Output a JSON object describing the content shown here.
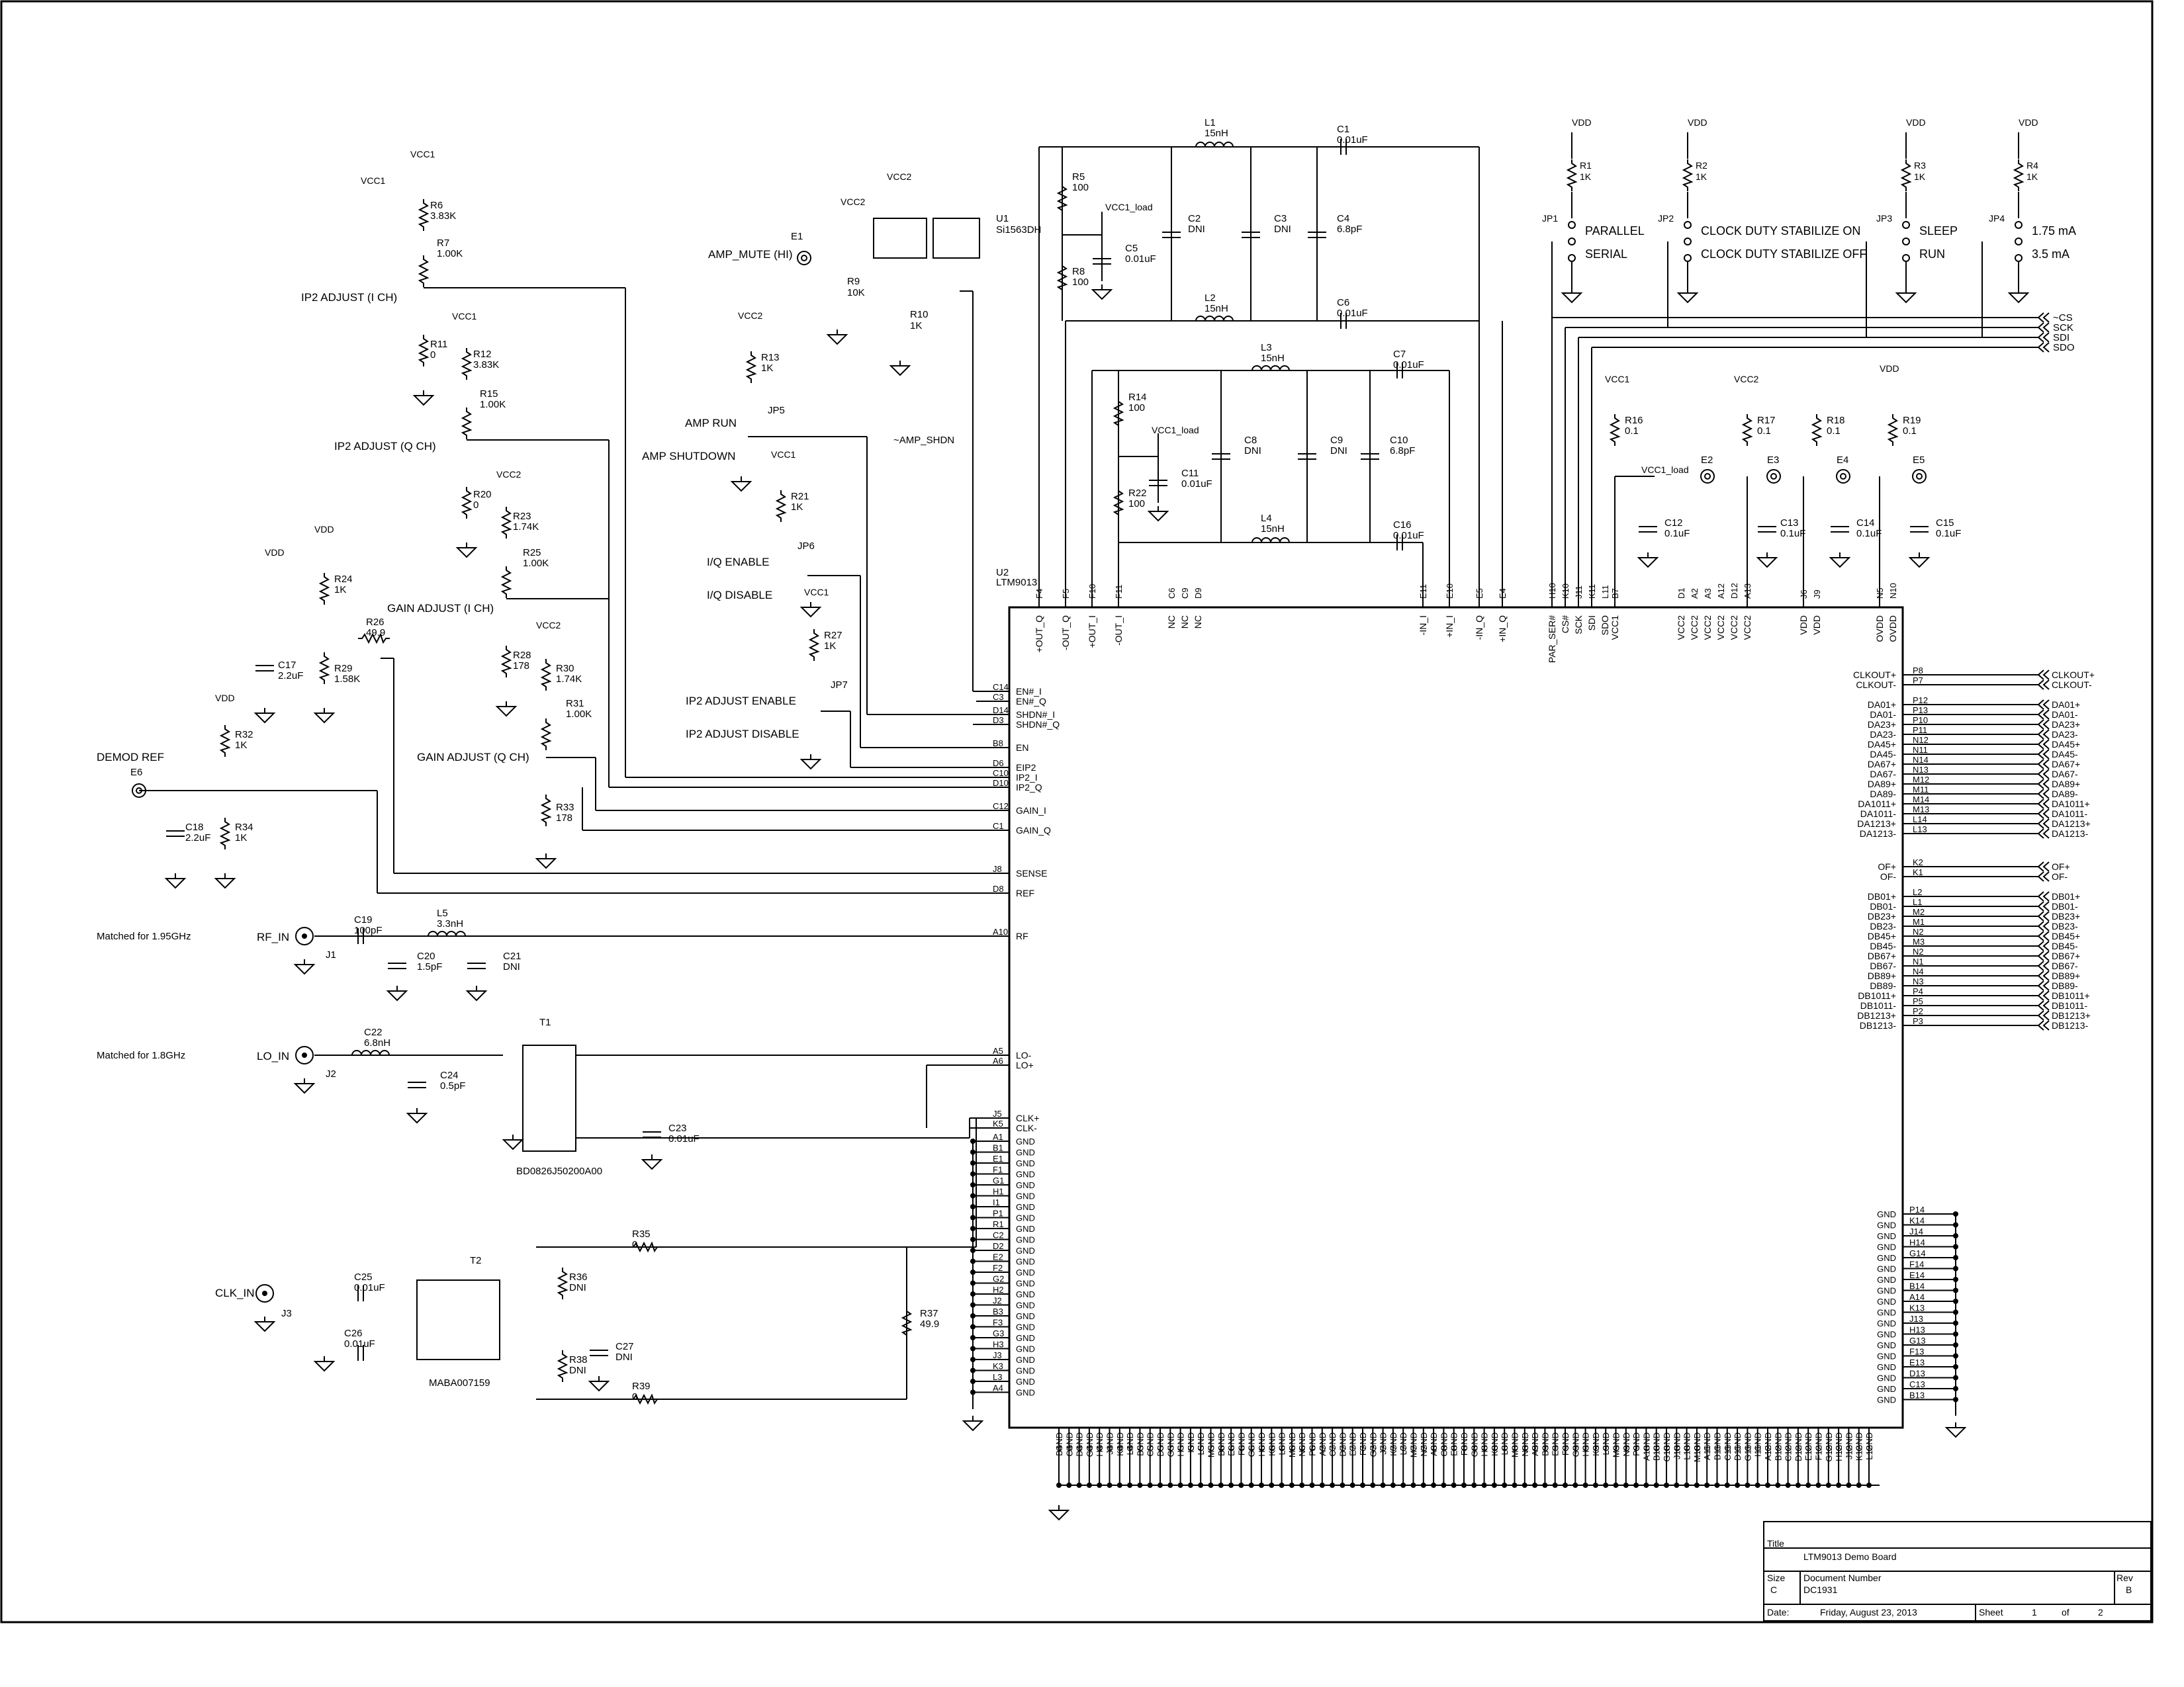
{
  "title_block": {
    "title_label": "Title",
    "title": "LTM9013 Demo Board",
    "size_label": "Size",
    "size": "C",
    "docnum_label": "Document Number",
    "docnum": "DC1931",
    "rev_label": "Rev",
    "rev": "B",
    "date_label": "Date:",
    "date": "Friday, August 23, 2013",
    "sheet_label": "Sheet",
    "sheet": "1",
    "of_label": "of",
    "sheets": "2"
  },
  "notes": {
    "rf_match": "Matched for 1.95GHz",
    "lo_match": "Matched for 1.8GHz"
  },
  "ports": {
    "demod_ref": "DEMOD REF",
    "rf_in": "RF_IN",
    "lo_in": "LO_IN",
    "clk_in": "CLK_IN",
    "amp_mute": "AMP_MUTE (HI)"
  },
  "nets": {
    "vcc1": "VCC1",
    "vcc2": "VCC2",
    "vdd": "VDD",
    "vcc1_load": "VCC1_load",
    "amp_shdn": "~AMP_SHDN"
  },
  "pots": {
    "ip2_i": "IP2 ADJUST (I CH)",
    "ip2_q": "IP2 ADJUST (Q CH)",
    "gain_i": "GAIN ADJUST (I CH)",
    "gain_q": "GAIN ADJUST (Q CH)"
  },
  "jumpers_left": {
    "jp5": "JP5",
    "amp_run": "AMP RUN",
    "amp_shutdown": "AMP SHUTDOWN",
    "jp6": "JP6",
    "iq_enable": "I/Q ENABLE",
    "iq_disable": "I/Q DISABLE",
    "jp7": "JP7",
    "ip2_enable": "IP2 ADJUST ENABLE",
    "ip2_disable": "IP2 ADJUST DISABLE"
  },
  "jumpers_top": [
    {
      "ref": "JP1",
      "r": "R1",
      "val": "1K",
      "a": "PARALLEL",
      "b": "SERIAL"
    },
    {
      "ref": "JP2",
      "r": "R2",
      "val": "1K",
      "a": "CLOCK DUTY STABILIZE ON",
      "b": "CLOCK DUTY STABILIZE OFF"
    },
    {
      "ref": "JP3",
      "r": "R3",
      "val": "1K",
      "a": "SLEEP",
      "b": "RUN"
    },
    {
      "ref": "JP4",
      "r": "R4",
      "val": "1K",
      "a": "1.75 mA",
      "b": "3.5 mA"
    }
  ],
  "serial_ports": [
    "~CS",
    "SCK",
    "SDI",
    "SDO"
  ],
  "u1": {
    "ref": "U1",
    "part": "Si1563DH",
    "e1": "E1",
    "r9": "R9",
    "r9v": "10K",
    "r10": "R10",
    "r10v": "1K"
  },
  "u2": {
    "ref": "U2",
    "part": "LTM9013"
  },
  "t1": {
    "ref": "T1",
    "part": "BD0826J50200A00"
  },
  "t2": {
    "ref": "T2",
    "part": "MABA007159"
  },
  "left_pins": [
    {
      "num": "C14",
      "name": "EN#_I"
    },
    {
      "num": "C3",
      "name": "EN#_Q"
    },
    {
      "num": "D14",
      "name": "SHDN#_I"
    },
    {
      "num": "D3",
      "name": "SHDN#_Q"
    },
    {
      "num": "B8",
      "name": "EN"
    },
    {
      "num": "D6",
      "name": "EIP2"
    },
    {
      "num": "C10",
      "name": "IP2_I"
    },
    {
      "num": "D10",
      "name": "IP2_Q"
    },
    {
      "num": "C12",
      "name": "GAIN_I"
    },
    {
      "num": "C1",
      "name": "GAIN_Q"
    },
    {
      "num": "J8",
      "name": "SENSE"
    },
    {
      "num": "D8",
      "name": "REF"
    },
    {
      "num": "A10",
      "name": "RF"
    },
    {
      "num": "A5",
      "name": "LO-"
    },
    {
      "num": "A6",
      "name": "LO+"
    },
    {
      "num": "J5",
      "name": "CLK+"
    },
    {
      "num": "K5",
      "name": "CLK-"
    }
  ],
  "left_gnd": [
    "A1",
    "B1",
    "E1",
    "F1",
    "G1",
    "H1",
    "I1",
    "P1",
    "R1",
    "C2",
    "D2",
    "E2",
    "F2",
    "G2",
    "H2",
    "J2",
    "B3",
    "F3",
    "G3",
    "H3",
    "J3",
    "K3",
    "L3",
    "A4"
  ],
  "gnd_label": "GND",
  "right_pins": [
    {
      "num": "P8",
      "name": "CLKOUT+"
    },
    {
      "num": "P7",
      "name": "CLKOUT-"
    },
    {
      "num": "P12",
      "name": "DA01+"
    },
    {
      "num": "P13",
      "name": "DA01-"
    },
    {
      "num": "P10",
      "name": "DA23+"
    },
    {
      "num": "P11",
      "name": "DA23-"
    },
    {
      "num": "N12",
      "name": "DA45+"
    },
    {
      "num": "N11",
      "name": "DA45-"
    },
    {
      "num": "N14",
      "name": "DA67+"
    },
    {
      "num": "N13",
      "name": "DA67-"
    },
    {
      "num": "M12",
      "name": "DA89+"
    },
    {
      "num": "M11",
      "name": "DA89-"
    },
    {
      "num": "M14",
      "name": "DA1011+"
    },
    {
      "num": "M13",
      "name": "DA1011-"
    },
    {
      "num": "L14",
      "name": "DA1213+"
    },
    {
      "num": "L13",
      "name": "DA1213-"
    },
    {
      "num": "K2",
      "name": "OF+"
    },
    {
      "num": "K1",
      "name": "OF-"
    },
    {
      "num": "L2",
      "name": "DB01+"
    },
    {
      "num": "L1",
      "name": "DB01-"
    },
    {
      "num": "M2",
      "name": "DB23+"
    },
    {
      "num": "M1",
      "name": "DB23-"
    },
    {
      "num": "N2",
      "name": "DB45+"
    },
    {
      "num": "M3",
      "name": "DB45-"
    },
    {
      "num": "N2",
      "name": "DB67+"
    },
    {
      "num": "N1",
      "name": "DB67-"
    },
    {
      "num": "N4",
      "name": "DB89+"
    },
    {
      "num": "N3",
      "name": "DB89-"
    },
    {
      "num": "P4",
      "name": "DB1011+"
    },
    {
      "num": "P5",
      "name": "DB1011-"
    },
    {
      "num": "P2",
      "name": "DB1213+"
    },
    {
      "num": "P3",
      "name": "DB1213-"
    }
  ],
  "right_gnd": [
    "P14",
    "K14",
    "J14",
    "H14",
    "G14",
    "F14",
    "E14",
    "B14",
    "A14",
    "K13",
    "J13",
    "H13",
    "G13",
    "F13",
    "E13",
    "D13",
    "C13",
    "B13"
  ],
  "top_pins": [
    {
      "num": "F4",
      "name": "+OUT_Q"
    },
    {
      "num": "F5",
      "name": "-OUT_Q"
    },
    {
      "num": "F10",
      "name": "+OUT_I"
    },
    {
      "num": "F11",
      "name": "-OUT_I"
    },
    {
      "num": "C6",
      "name": "NC"
    },
    {
      "num": "C9",
      "name": "NC"
    },
    {
      "num": "D9",
      "name": "NC"
    },
    {
      "num": "E11",
      "name": "-IN_I"
    },
    {
      "num": "E10",
      "name": "+IN_I"
    },
    {
      "num": "E5",
      "name": "-IN_Q"
    },
    {
      "num": "E4",
      "name": "+IN_Q"
    },
    {
      "num": "H10",
      "name": "PAR_SER#"
    },
    {
      "num": "K10",
      "name": "CS#"
    },
    {
      "num": "J11",
      "name": "SCK"
    },
    {
      "num": "K11",
      "name": "SDI"
    },
    {
      "num": "L11",
      "name": "SDO"
    },
    {
      "num": "B7",
      "name": "VCC1"
    },
    {
      "num": "D1",
      "name": "VCC2"
    },
    {
      "num": "A2",
      "name": "VCC2"
    },
    {
      "num": "A3",
      "name": "VCC2"
    },
    {
      "num": "A12",
      "name": "VCC2"
    },
    {
      "num": "D12",
      "name": "VCC2"
    },
    {
      "num": "A13",
      "name": "VCC2"
    },
    {
      "num": "J6",
      "name": "VDD"
    },
    {
      "num": "J9",
      "name": "VDD"
    },
    {
      "num": "N5",
      "name": "OVDD"
    },
    {
      "num": "N10",
      "name": "OVDD"
    }
  ],
  "bottom_gnd": [
    "B4",
    "C4",
    "D4",
    "G4",
    "H4",
    "J4",
    "K4",
    "L4",
    "B5",
    "C5",
    "D5",
    "G5",
    "H5",
    "I5",
    "L5",
    "M5",
    "B6",
    "E6",
    "F6",
    "G6",
    "H6",
    "K6",
    "L6",
    "M6",
    "N6",
    "P6",
    "A7",
    "C7",
    "D7",
    "E7",
    "F7",
    "G7",
    "J7",
    "K7",
    "L7",
    "M7",
    "N7",
    "A8",
    "C8",
    "E8",
    "F8",
    "G8",
    "H8",
    "K8",
    "L8",
    "M8",
    "N8",
    "A9",
    "B9",
    "E9",
    "F9",
    "G9",
    "H9",
    "K9",
    "L9",
    "M9",
    "N9",
    "P9",
    "A10",
    "B10",
    "G10",
    "J10",
    "L10",
    "M10",
    "A11",
    "B11",
    "C11",
    "D11",
    "G11",
    "I11",
    "A12",
    "B12",
    "C12",
    "D12",
    "E12",
    "F12",
    "G12",
    "H12",
    "J12",
    "K12",
    "L12"
  ],
  "passives": {
    "R5": [
      "R5",
      "100"
    ],
    "R8": [
      "R8",
      "100"
    ],
    "C5": [
      "C5",
      "0.01uF"
    ],
    "L1": [
      "L1",
      "15nH"
    ],
    "L2": [
      "L2",
      "15nH"
    ],
    "C2": [
      "C2",
      "DNI"
    ],
    "C3": [
      "C3",
      "DNI"
    ],
    "C4": [
      "C4",
      "6.8pF"
    ],
    "C1": [
      "C1",
      "0.01uF"
    ],
    "C6": [
      "C6",
      "0.01uF"
    ],
    "R14": [
      "R14",
      "100"
    ],
    "R22": [
      "R22",
      "100"
    ],
    "C11": [
      "C11",
      "0.01uF"
    ],
    "L3": [
      "L3",
      "15nH"
    ],
    "L4": [
      "L4",
      "15nH"
    ],
    "C8": [
      "C8",
      "DNI"
    ],
    "C9": [
      "C9",
      "DNI"
    ],
    "C10": [
      "C10",
      "6.8pF"
    ],
    "C7": [
      "C7",
      "0.01uF"
    ],
    "C16": [
      "C16",
      "0.01uF"
    ],
    "R6": [
      "R6",
      "3.83K"
    ],
    "R7": [
      "R7",
      "1.00K"
    ],
    "R11": [
      "R11",
      "0"
    ],
    "R12": [
      "R12",
      "3.83K"
    ],
    "R15": [
      "R15",
      "1.00K"
    ],
    "R20": [
      "R20",
      "0"
    ],
    "R23": [
      "R23",
      "1.74K"
    ],
    "R25": [
      "R25",
      "1.00K"
    ],
    "R28": [
      "R28",
      "178"
    ],
    "R30": [
      "R30",
      "1.74K"
    ],
    "R31": [
      "R31",
      "1.00K"
    ],
    "R33": [
      "R33",
      "178"
    ],
    "R24": [
      "R24",
      "1K"
    ],
    "R26": [
      "R26",
      "49.9"
    ],
    "R29": [
      "R29",
      "1.58K"
    ],
    "C17": [
      "C17",
      "2.2uF"
    ],
    "R32": [
      "R32",
      "1K"
    ],
    "R34": [
      "R34",
      "1K"
    ],
    "C18": [
      "C18",
      "2.2uF"
    ],
    "R13": [
      "R13",
      "1K"
    ],
    "R21": [
      "R21",
      "1K"
    ],
    "R27": [
      "R27",
      "1K"
    ],
    "C19": [
      "C19",
      "100pF"
    ],
    "L5": [
      "L5",
      "3.3nH"
    ],
    "C20": [
      "C20",
      "1.5pF"
    ],
    "C21": [
      "C21",
      "DNI"
    ],
    "C22": [
      "C22",
      "6.8nH"
    ],
    "C24": [
      "C24",
      "0.5pF"
    ],
    "C23": [
      "C23",
      "0.01uF"
    ],
    "C25": [
      "C25",
      "0.01uF"
    ],
    "C26": [
      "C26",
      "0.01uF"
    ],
    "R35": [
      "R35",
      "0"
    ],
    "R36": [
      "R36",
      "DNI"
    ],
    "R38": [
      "R38",
      "DNI"
    ],
    "C27": [
      "C27",
      "DNI"
    ],
    "R39": [
      "R39",
      "0"
    ],
    "R37": [
      "R37",
      "49.9"
    ],
    "R16": [
      "R16",
      "0.1"
    ],
    "R17": [
      "R17",
      "0.1"
    ],
    "R18": [
      "R18",
      "0.1"
    ],
    "R19": [
      "R19",
      "0.1"
    ],
    "C12": [
      "C12",
      "0.1uF"
    ],
    "C13": [
      "C13",
      "0.1uF"
    ],
    "C14": [
      "C14",
      "0.1uF"
    ],
    "C15": [
      "C15",
      "0.1uF"
    ]
  },
  "connectors": {
    "J1": "J1",
    "J2": "J2",
    "J3": "J3",
    "E2": "E2",
    "E3": "E3",
    "E4": "E4",
    "E5": "E5",
    "E6": "E6"
  }
}
